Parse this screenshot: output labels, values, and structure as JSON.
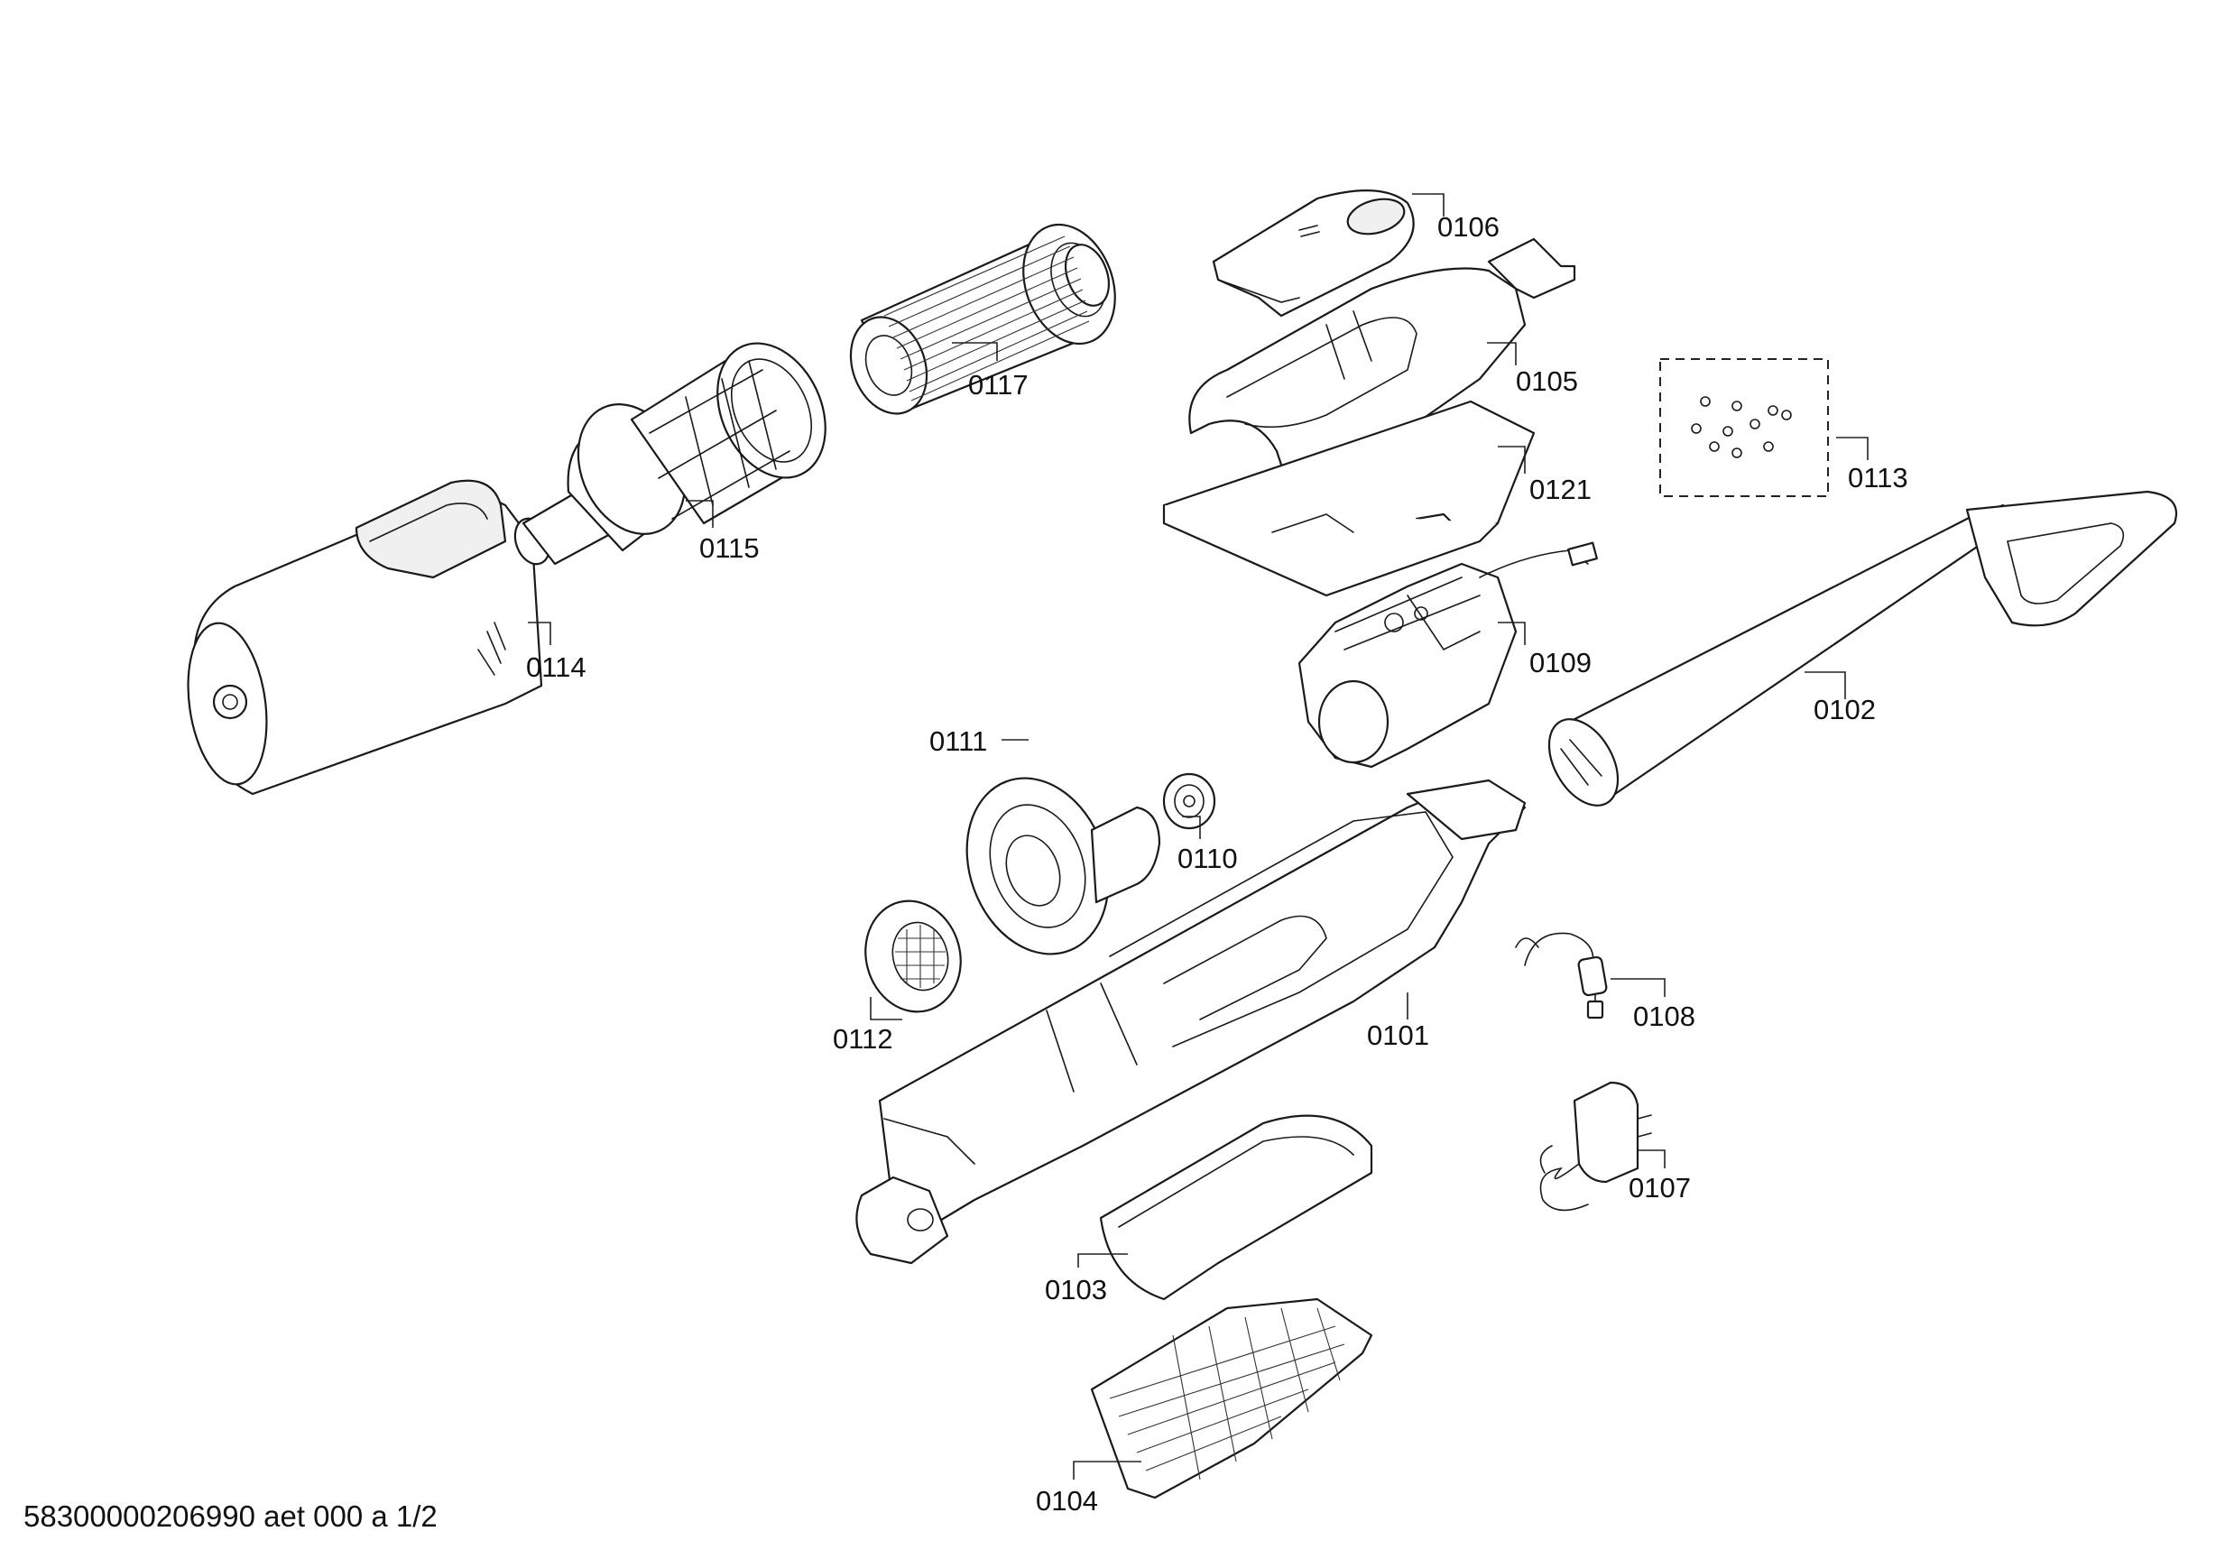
{
  "diagram": {
    "callouts": {
      "p0101": "0101",
      "p0102": "0102",
      "p0103": "0103",
      "p0104": "0104",
      "p0105": "0105",
      "p0106": "0106",
      "p0107": "0107",
      "p0108": "0108",
      "p0109": "0109",
      "p0110": "0110",
      "p0111": "0111",
      "p0112": "0112",
      "p0113": "0113",
      "p0114": "0114",
      "p0115": "0115",
      "p0117": "0117",
      "p0121": "0121"
    },
    "footer": "58300000206990 aet 000 a 1/2"
  }
}
